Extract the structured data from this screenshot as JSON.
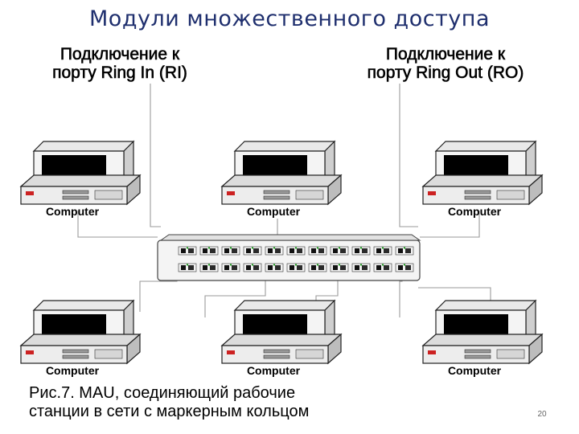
{
  "title": "Модули множественного доступа",
  "labels": {
    "ring_in_line1": "Подключение к",
    "ring_in_line2": "порту Ring In (RI)",
    "ring_out_line1": "Подключение к",
    "ring_out_line2": "порту Ring Out (RO)"
  },
  "computers": [
    {
      "label": "Computer"
    },
    {
      "label": "Computer"
    },
    {
      "label": "Computer"
    },
    {
      "label": "Computer"
    },
    {
      "label": "Computer"
    },
    {
      "label": "Computer"
    }
  ],
  "caption": {
    "line1": "Рис.7. MAU, соединяющий рабочие",
    "line2": "станции в сети с маркерным кольцом"
  },
  "page_number": "20"
}
